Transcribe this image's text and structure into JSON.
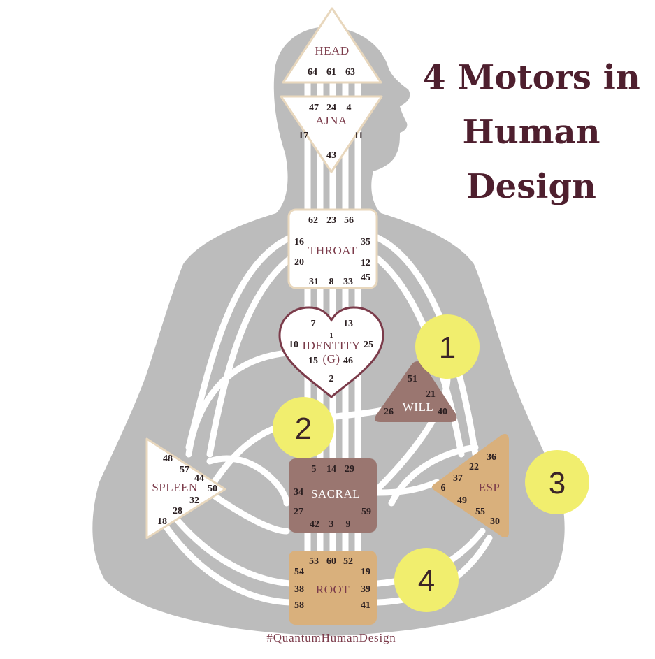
{
  "title_lines": [
    "4 Motors in",
    "Human",
    "Design"
  ],
  "watermark": "#QuantumHumanDesign",
  "colors": {
    "body": "#bcbcbc",
    "channel": "#ffffff",
    "title": "#4e1f2e",
    "motor_marker": "#f1ee6e",
    "brown_center": "#9a7670",
    "tan_center": "#d9b07c",
    "white_center_border": "#e8d7bd",
    "identity_border": "#7b3b4a"
  },
  "centers": {
    "head": {
      "name": "HEAD",
      "gates": [
        "64",
        "61",
        "63"
      ]
    },
    "ajna": {
      "name": "AJNA",
      "gates": [
        "47",
        "24",
        "4",
        "17",
        "11",
        "43"
      ]
    },
    "throat": {
      "name": "THROAT",
      "gates": [
        "62",
        "23",
        "56",
        "16",
        "35",
        "20",
        "12",
        "45",
        "31",
        "8",
        "33"
      ]
    },
    "identity": {
      "name": "IDENTITY",
      "sub": "(G)",
      "gates": [
        "7",
        "13",
        "1",
        "10",
        "25",
        "15",
        "46",
        "2"
      ]
    },
    "will": {
      "name": "WILL",
      "gates": [
        "51",
        "21",
        "26",
        "40"
      ]
    },
    "spleen": {
      "name": "SPLEEN",
      "gates": [
        "48",
        "57",
        "44",
        "50",
        "32",
        "28",
        "18"
      ]
    },
    "sacral": {
      "name": "SACRAL",
      "gates": [
        "5",
        "14",
        "29",
        "34",
        "27",
        "59",
        "42",
        "3",
        "9"
      ]
    },
    "esp": {
      "name": "ESP",
      "gates": [
        "36",
        "22",
        "37",
        "6",
        "49",
        "55",
        "30"
      ]
    },
    "root": {
      "name": "ROOT",
      "gates": [
        "53",
        "60",
        "52",
        "54",
        "19",
        "38",
        "39",
        "58",
        "41"
      ]
    }
  },
  "motor_markers": [
    {
      "label": "1",
      "center": "will"
    },
    {
      "label": "2",
      "center": "sacral"
    },
    {
      "label": "3",
      "center": "esp"
    },
    {
      "label": "4",
      "center": "root"
    }
  ]
}
